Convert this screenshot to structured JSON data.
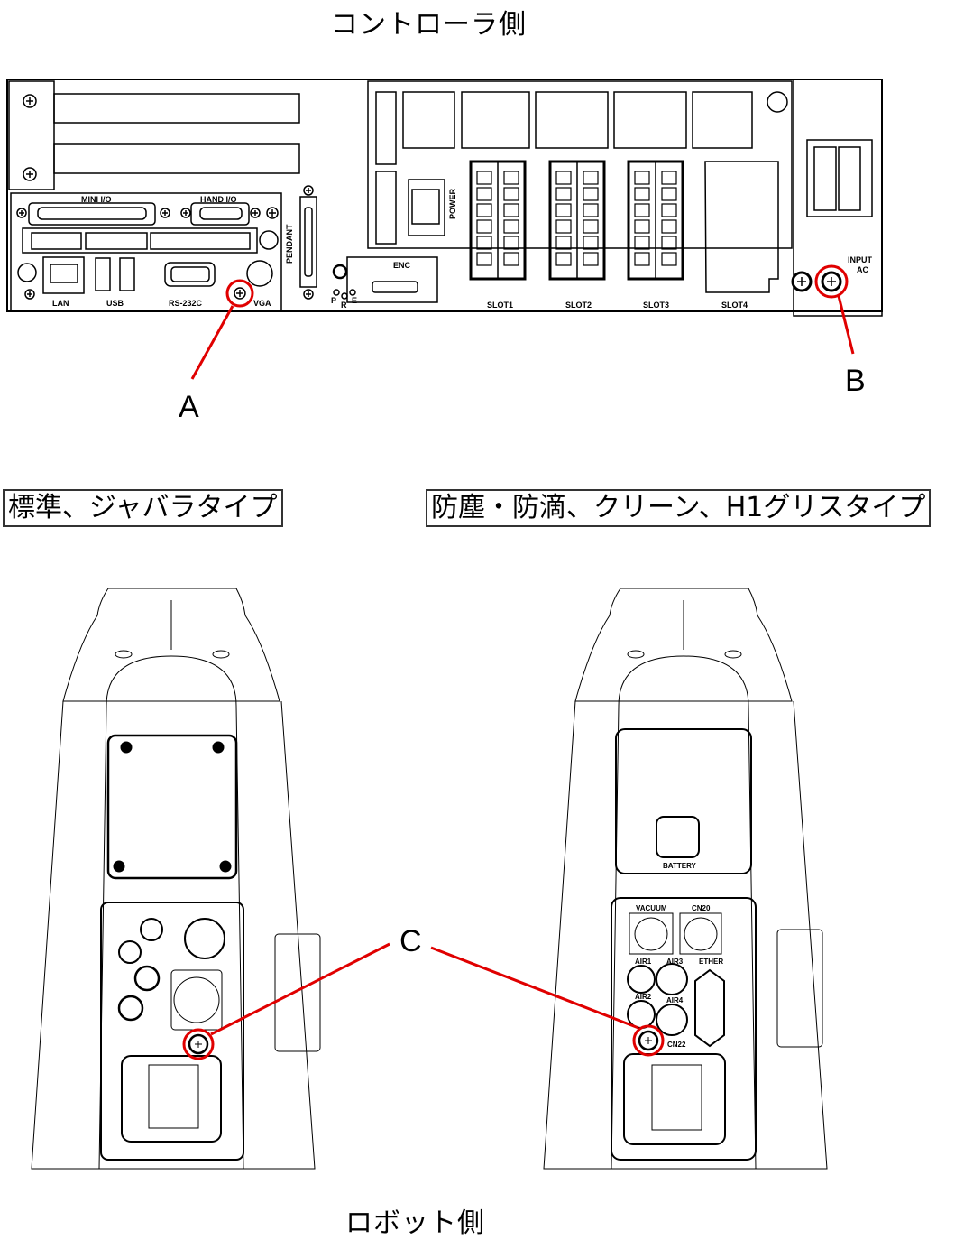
{
  "titles": {
    "controller_side": "コントローラ側",
    "robot_side": "ロボット側"
  },
  "variant_labels": {
    "standard": "標準、ジャバラタイプ",
    "protected": "防塵・防滴、クリーン、H1グリスタイプ"
  },
  "callouts": {
    "a": "A",
    "b": "B",
    "c": "C"
  },
  "controller_panel": {
    "mini_io": "MINI I/O",
    "hand_io": "HAND I/O",
    "lan": "LAN",
    "usb": "USB",
    "rs232c": "RS-232C",
    "vga": "VGA",
    "pendant": "PENDANT",
    "power": "POWER",
    "enc": "ENC",
    "led_p": "P",
    "led_r": "R",
    "led_e": "E",
    "slots": [
      "SLOT1",
      "SLOT2",
      "SLOT3",
      "SLOT4"
    ],
    "input": "INPUT",
    "ac": "AC"
  },
  "robot_panel": {
    "battery": "BATTERY",
    "vacuum": "VACUUM",
    "cn20": "CN20",
    "air1": "AIR1",
    "air2": "AIR2",
    "air3": "AIR3",
    "air4": "AIR4",
    "ether": "ETHER",
    "cn22": "CN22"
  },
  "colors": {
    "callout_red": "#e00000",
    "line": "#000000"
  }
}
